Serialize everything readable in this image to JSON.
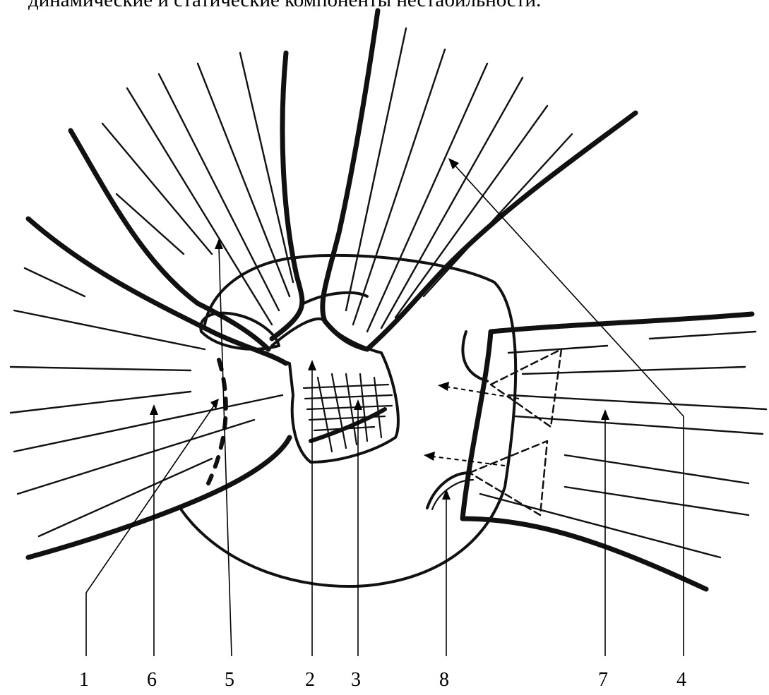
{
  "header": {
    "text": "динамические и статические компоненты нестабильности."
  },
  "labels": {
    "l1": "1",
    "l6": "6",
    "l5": "5",
    "l2": "2",
    "l3": "3",
    "l8": "8",
    "l7": "7",
    "l4": "4"
  }
}
